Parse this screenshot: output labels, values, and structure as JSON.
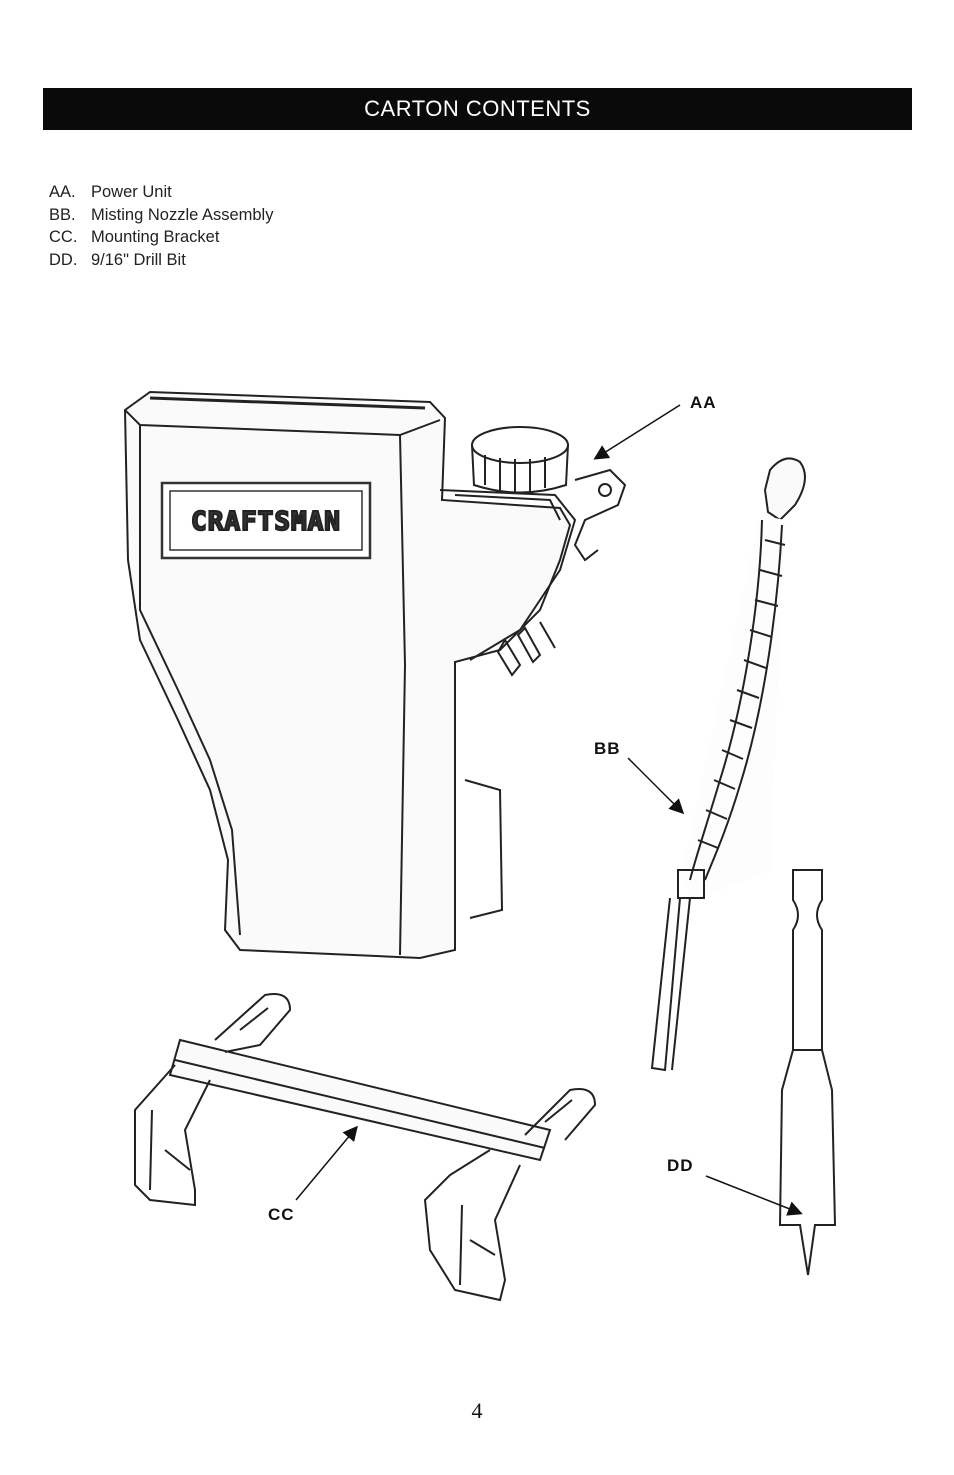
{
  "header": {
    "title": "CARTON CONTENTS"
  },
  "parts": [
    {
      "code": "AA.",
      "label": "Power Unit"
    },
    {
      "code": "BB.",
      "label": "Misting Nozzle Assembly"
    },
    {
      "code": "CC.",
      "label": "Mounting Bracket"
    },
    {
      "code": "DD.",
      "label": "9/16\" Drill Bit"
    }
  ],
  "illustration": {
    "brand": "CRAFTSMAN",
    "callouts": {
      "aa": "AA",
      "bb": "BB",
      "cc": "CC",
      "dd": "DD"
    }
  },
  "footer": {
    "page_number": "4"
  }
}
